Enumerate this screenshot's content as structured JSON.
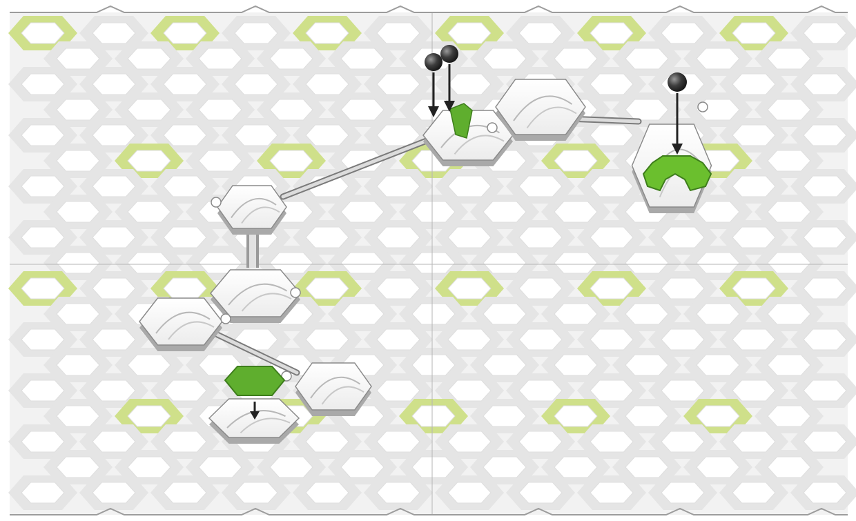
{
  "board": {
    "panels": 4,
    "colors": {
      "background": "#ffffff",
      "board_fill": "#f1f1f1",
      "socket_ring": "#e5e5e5",
      "highlight_ring": "#cfe08a",
      "accent_green": "#5fae2e",
      "tile_top": "#ffffff",
      "tile_side": "#a9a9a9",
      "marble": "#3a3a3a"
    },
    "pieces": [
      {
        "name": "start-tile-double-launcher",
        "icon": "launcher-tile"
      },
      {
        "name": "curve-tile-top",
        "icon": "curve-tile"
      },
      {
        "name": "launcher-tile-right",
        "icon": "launcher-tile"
      },
      {
        "name": "curve-tile-left-upper",
        "icon": "curve-tile"
      },
      {
        "name": "curve-tile-left-middle",
        "icon": "curve-tile"
      },
      {
        "name": "curve-tile-left-lower",
        "icon": "curve-tile"
      },
      {
        "name": "curve-tile-bottom",
        "icon": "curve-tile"
      },
      {
        "name": "landing-tile-bottom",
        "icon": "landing-tile"
      }
    ],
    "marbles": [
      {
        "name": "marble-1",
        "icon": "marble"
      },
      {
        "name": "marble-2",
        "icon": "marble"
      },
      {
        "name": "marble-3",
        "icon": "marble"
      }
    ],
    "arrows": [
      {
        "name": "drop-arrow-1",
        "icon": "down-arrow"
      },
      {
        "name": "drop-arrow-2",
        "icon": "down-arrow"
      },
      {
        "name": "drop-arrow-3",
        "icon": "down-arrow"
      },
      {
        "name": "exit-arrow",
        "icon": "down-arrow"
      }
    ]
  }
}
